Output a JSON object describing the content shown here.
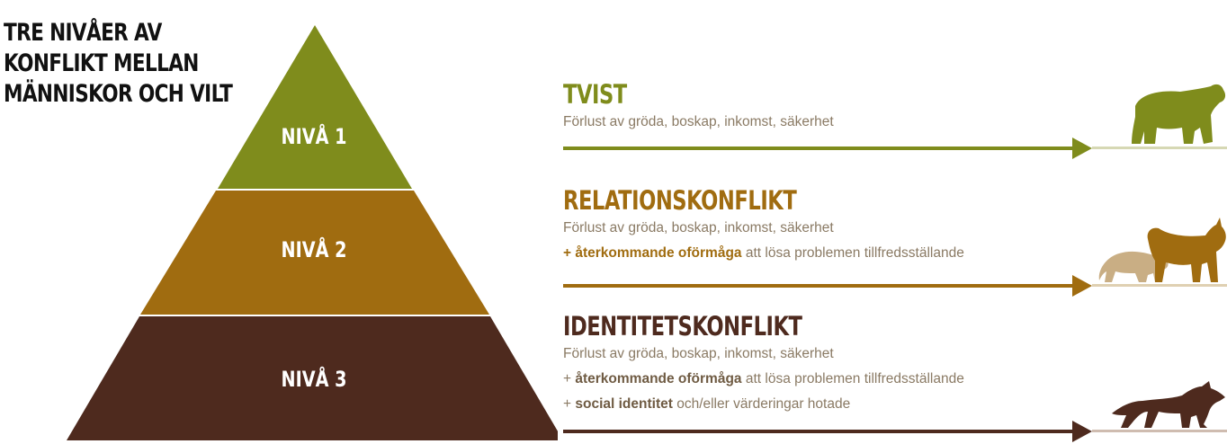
{
  "title_lines": [
    "TRE NIVÅER AV",
    "KONFLIKT MELLAN",
    "MÄNNISKOR OCH VILT"
  ],
  "levels": [
    {
      "label": "NIVÅ 1",
      "color": "#7f8c1c"
    },
    {
      "label": "NIVÅ 2",
      "color": "#a06c10"
    },
    {
      "label": "NIVÅ 3",
      "color": "#4e2a1e"
    }
  ],
  "sections": [
    {
      "title": "TVIST",
      "color": "#7f8c1c",
      "line1": "Förlust av gröda, boskap, inkomst, säkerhet",
      "animal": "bear-icon"
    },
    {
      "title": "RELATIONSKONFLIKT",
      "color": "#a06c10",
      "line1": "Förlust av gröda, boskap, inkomst, säkerhet",
      "line2_bold": "+ återkommande oförmåga",
      "line2_rest": " att lösa problemen tillfredsställande",
      "animal": "lynx-and-wolverine-icon"
    },
    {
      "title": "IDENTITETSKONFLIKT",
      "color": "#4e2a1e",
      "line1": "Förlust av gröda, boskap, inkomst, säkerhet",
      "line2_prefix": "+ ",
      "line2_bold": "återkommande oförmåga",
      "line2_rest": " att lösa problemen tillfredsställande",
      "line3_prefix": "+ ",
      "line3_bold": "social identitet",
      "line3_rest": " och/eller värderingar hotade",
      "animal": "wolf-icon"
    }
  ]
}
